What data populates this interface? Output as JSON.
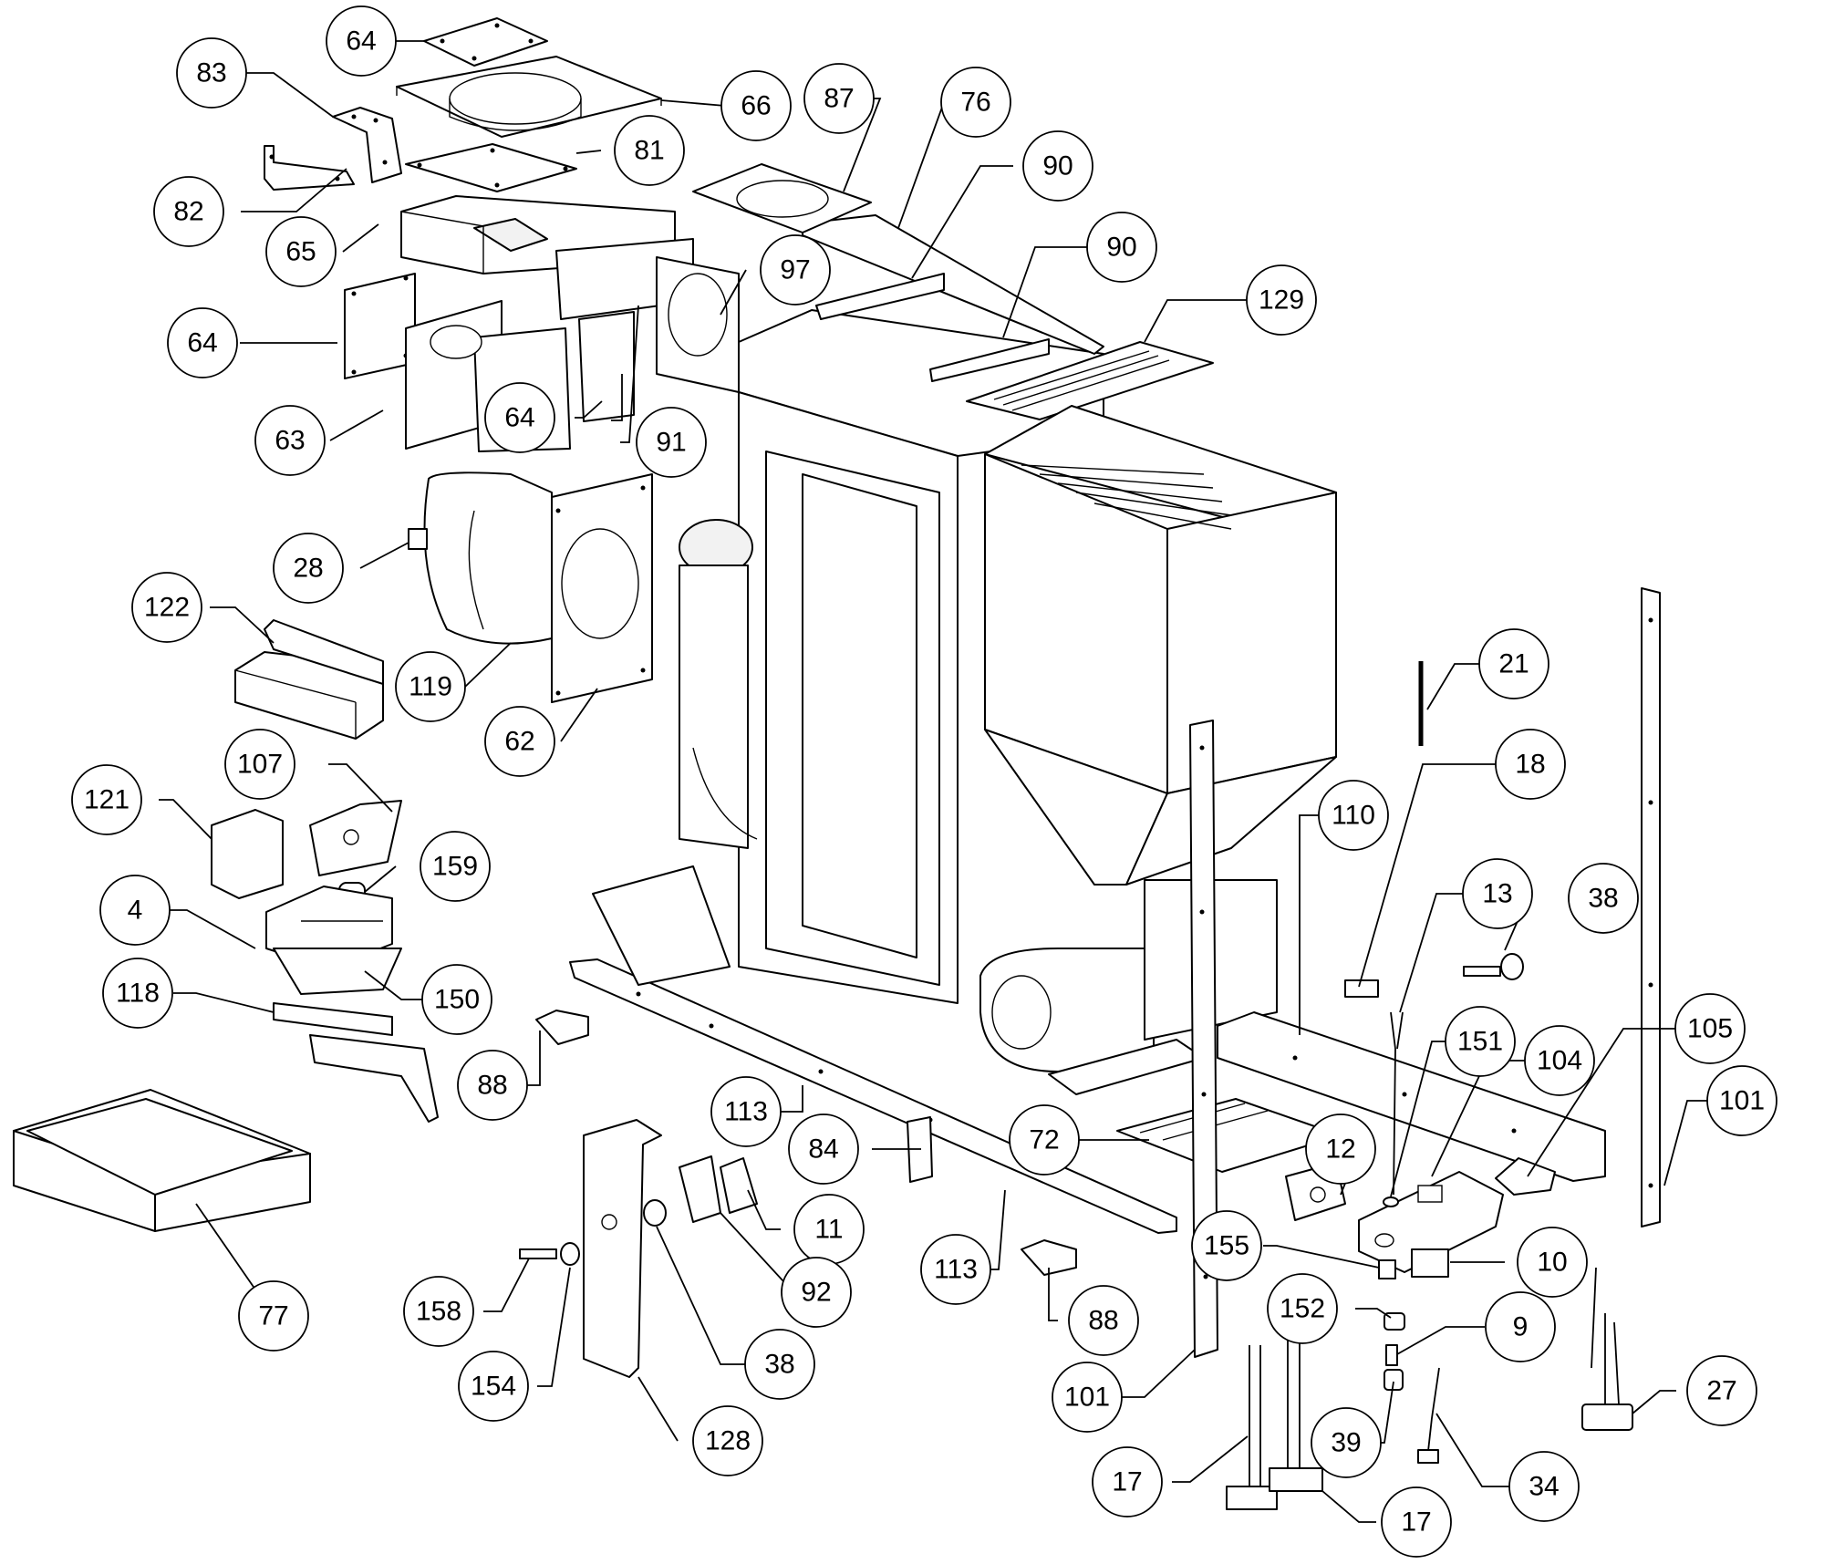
{
  "callouts": [
    {
      "id": "64a",
      "label": "64"
    },
    {
      "id": "83",
      "label": "83"
    },
    {
      "id": "66",
      "label": "66"
    },
    {
      "id": "87",
      "label": "87"
    },
    {
      "id": "76",
      "label": "76"
    },
    {
      "id": "81",
      "label": "81"
    },
    {
      "id": "90a",
      "label": "90"
    },
    {
      "id": "82",
      "label": "82"
    },
    {
      "id": "65",
      "label": "65"
    },
    {
      "id": "97",
      "label": "97"
    },
    {
      "id": "90b",
      "label": "90"
    },
    {
      "id": "129",
      "label": "129"
    },
    {
      "id": "64b",
      "label": "64"
    },
    {
      "id": "64c",
      "label": "64"
    },
    {
      "id": "63",
      "label": "63"
    },
    {
      "id": "91",
      "label": "91"
    },
    {
      "id": "28",
      "label": "28"
    },
    {
      "id": "122",
      "label": "122"
    },
    {
      "id": "119",
      "label": "119"
    },
    {
      "id": "62",
      "label": "62"
    },
    {
      "id": "21",
      "label": "21"
    },
    {
      "id": "18",
      "label": "18"
    },
    {
      "id": "107",
      "label": "107"
    },
    {
      "id": "121",
      "label": "121"
    },
    {
      "id": "110",
      "label": "110"
    },
    {
      "id": "159",
      "label": "159"
    },
    {
      "id": "13",
      "label": "13"
    },
    {
      "id": "38a",
      "label": "38"
    },
    {
      "id": "4",
      "label": "4"
    },
    {
      "id": "150",
      "label": "150"
    },
    {
      "id": "118",
      "label": "118"
    },
    {
      "id": "151",
      "label": "151"
    },
    {
      "id": "104",
      "label": "104"
    },
    {
      "id": "105",
      "label": "105"
    },
    {
      "id": "88a",
      "label": "88"
    },
    {
      "id": "113a",
      "label": "113"
    },
    {
      "id": "101a",
      "label": "101"
    },
    {
      "id": "72",
      "label": "72"
    },
    {
      "id": "84",
      "label": "84"
    },
    {
      "id": "12",
      "label": "12"
    },
    {
      "id": "11",
      "label": "11"
    },
    {
      "id": "155",
      "label": "155"
    },
    {
      "id": "10",
      "label": "10"
    },
    {
      "id": "77",
      "label": "77"
    },
    {
      "id": "113b",
      "label": "113"
    },
    {
      "id": "92",
      "label": "92"
    },
    {
      "id": "158",
      "label": "158"
    },
    {
      "id": "88b",
      "label": "88"
    },
    {
      "id": "152",
      "label": "152"
    },
    {
      "id": "9",
      "label": "9"
    },
    {
      "id": "38b",
      "label": "38"
    },
    {
      "id": "154",
      "label": "154"
    },
    {
      "id": "101b",
      "label": "101"
    },
    {
      "id": "27",
      "label": "27"
    },
    {
      "id": "128",
      "label": "128"
    },
    {
      "id": "39",
      "label": "39"
    },
    {
      "id": "17a",
      "label": "17"
    },
    {
      "id": "34",
      "label": "34"
    },
    {
      "id": "17b",
      "label": "17"
    }
  ]
}
